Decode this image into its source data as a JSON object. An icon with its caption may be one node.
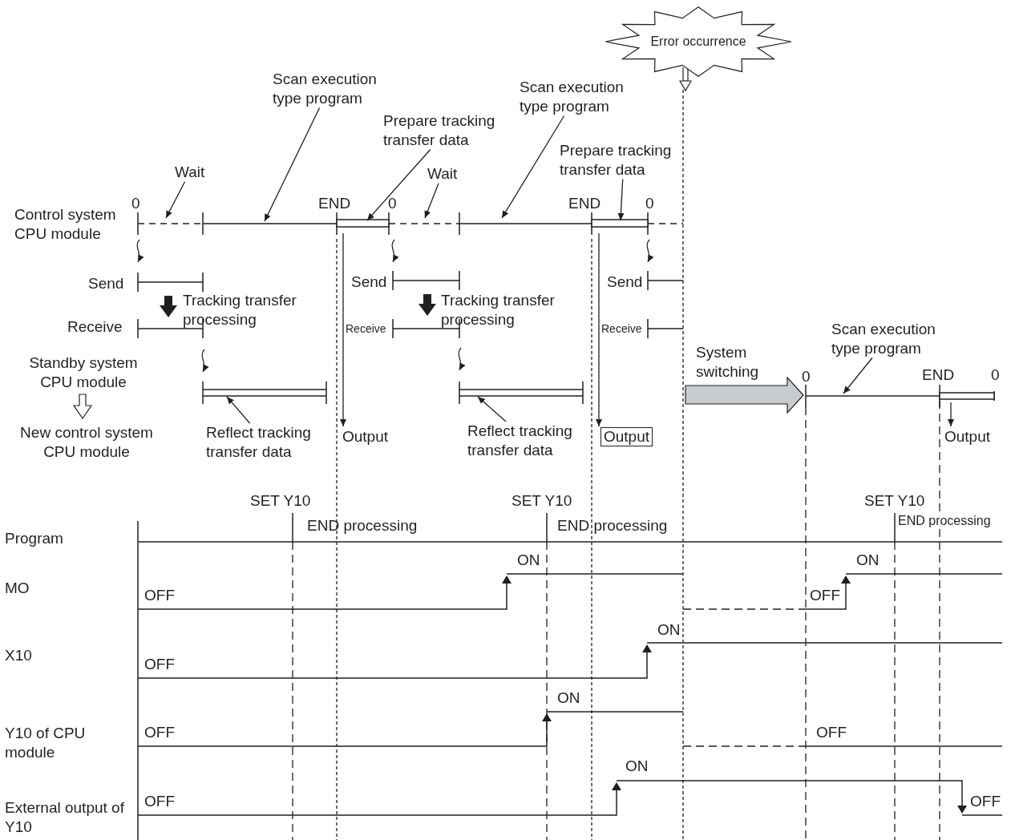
{
  "diagram": {
    "nodes": [
      {
        "text": [
          "Scan execution type program"
        ]
      },
      {
        "text": [
          "Prepare tracking transfer data"
        ]
      },
      {
        "text": [
          "Wait"
        ]
      },
      {
        "text": [
          "Scan execution type program"
        ]
      },
      {
        "text": [
          "Prepare tracking transfer data"
        ]
      },
      {
        "text": [
          "Wait"
        ]
      },
      {
        "text": [
          "Reflect tracking transfer data"
        ]
      },
      {
        "text": [
          "Reflect tracking transfer data"
        ]
      },
      {
        "text": [
          "Scan execution type program"
        ]
      },
      {
        "text": [
          "Error occurrence"
        ]
      },
      {
        "text": [
          "Output"
        ]
      },
      {
        "text": [
          "Output"
        ]
      },
      {
        "text": [
          "Output"
        ]
      }
    ],
    "edges": [
      {
        "from": 0,
        "to": null,
        "arrow": "to"
      },
      {
        "from": 1,
        "to": null,
        "arrow": "to"
      },
      {
        "from": 2,
        "to": null,
        "arrow": "to"
      },
      {
        "from": 3,
        "to": null,
        "arrow": "to"
      },
      {
        "from": 4,
        "to": null,
        "arrow": "to"
      },
      {
        "from": 5,
        "to": null,
        "arrow": "to"
      },
      {
        "from": 6,
        "to": null,
        "arrow": "to"
      },
      {
        "from": 7,
        "to": null,
        "arrow": "to"
      },
      {
        "from": 8,
        "to": null,
        "arrow": "to"
      },
      {
        "from": 9,
        "to": null,
        "arrow": "to"
      },
      {
        "from": null,
        "to": 10,
        "arrow": "to"
      },
      {
        "from": null,
        "to": 11,
        "arrow": "to"
      },
      {
        "from": null,
        "to": 12,
        "arrow": "to"
      }
    ],
    "labels": [
      "Control system CPU module",
      "0",
      "END",
      "0",
      "END",
      "0",
      "Send",
      "Tracking transfer processing",
      "Receive",
      "Standby system CPU module",
      "New control system CPU module",
      "Send",
      "Receive",
      "Tracking transfer processing",
      "Send",
      "Receive",
      "System switching",
      "0",
      "END",
      "0",
      "SET Y10",
      "SET Y10",
      "SET Y10",
      "END processing",
      "END processing",
      "END processing",
      "Program",
      "ON",
      "ON",
      "MO",
      "OFF",
      "OFF",
      "ON",
      "X10",
      "OFF",
      "ON",
      "Y10 of CPU module",
      "OFF",
      "OFF",
      "ON",
      "External output of Y10",
      "OFF",
      "OFF"
    ]
  }
}
